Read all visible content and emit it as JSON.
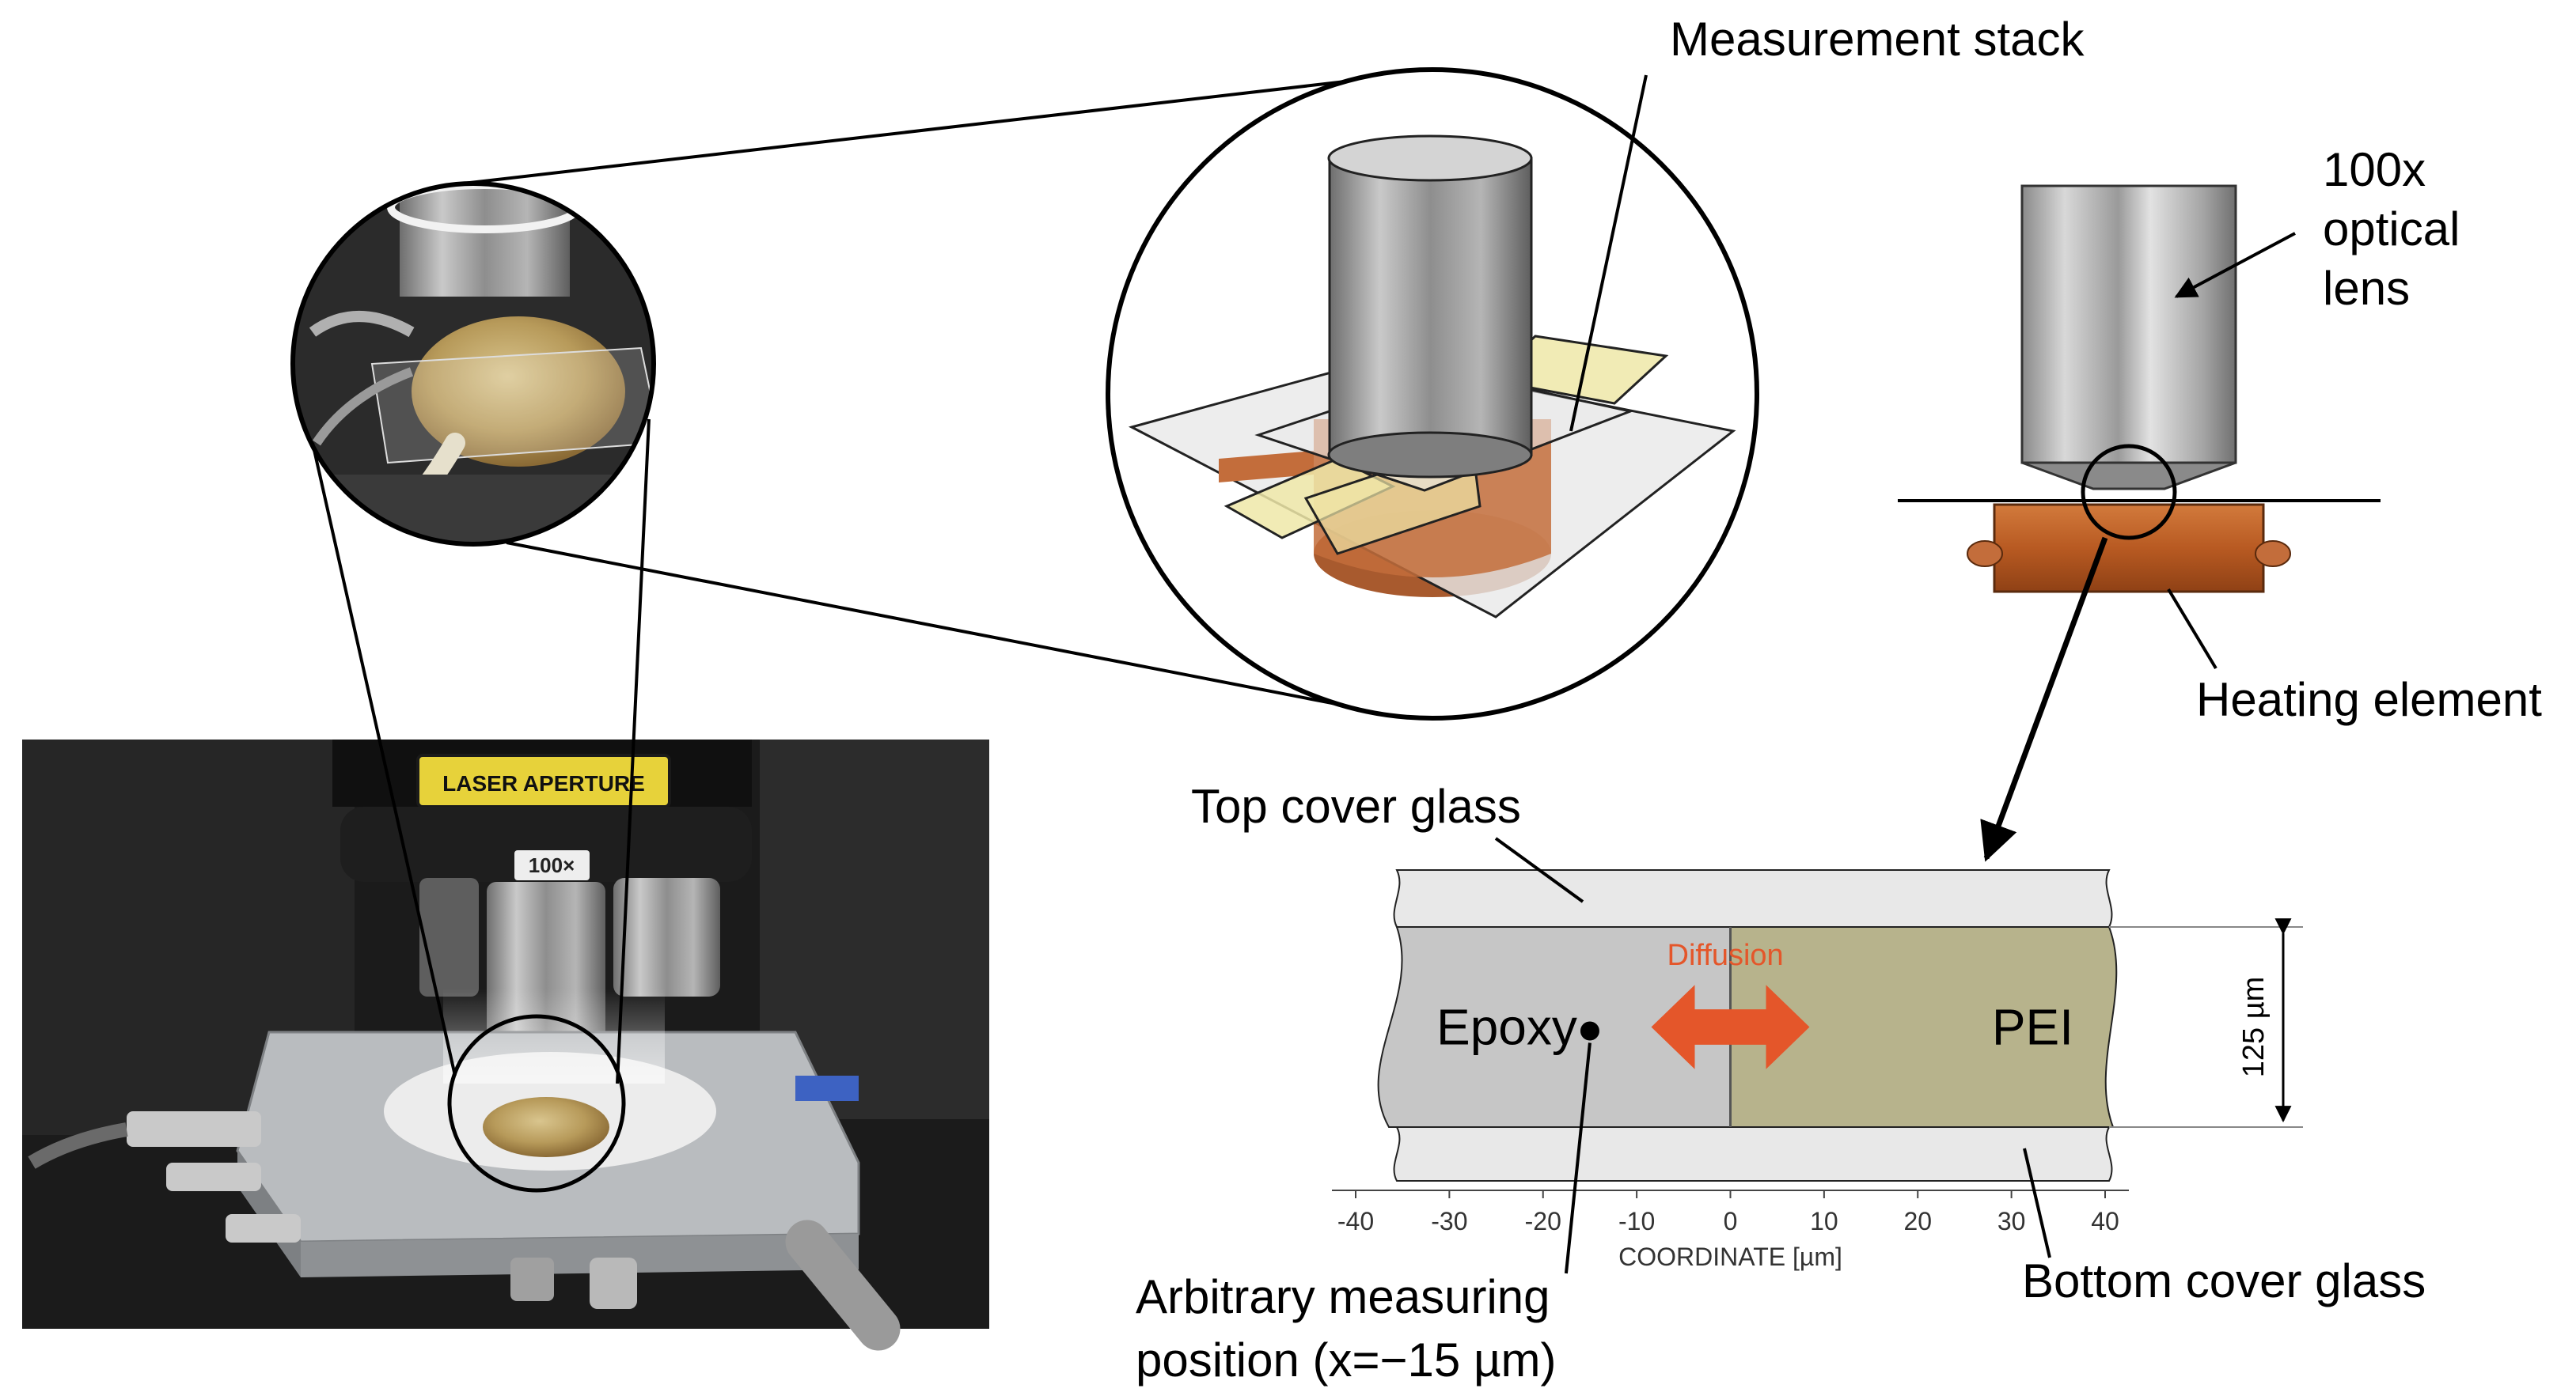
{
  "labels": {
    "measurement_stack": "Measurement stack",
    "lens": [
      "100x",
      "optical",
      "lens"
    ],
    "heating_element": "Heating element",
    "top_cover_glass": "Top cover glass",
    "bottom_cover_glass": "Bottom cover glass",
    "epoxy": "Epoxy",
    "pei": "PEI",
    "diffusion": "Diffusion",
    "thickness": "125 µm",
    "measuring_position": [
      "Arbitrary measuring",
      "position (x=−15 µm)"
    ],
    "photo_laser_aperture": "LASER APERTURE",
    "photo_label_100x": "100×"
  },
  "axis": {
    "xlabel": "COORDINATE [µm]",
    "ticks": [
      "-40",
      "-30",
      "-20",
      "-10",
      "0",
      "10",
      "20",
      "30",
      "40"
    ],
    "tick_values": [
      -40,
      -30,
      -20,
      -10,
      0,
      10,
      20,
      30,
      40
    ],
    "range": [
      -40,
      40
    ],
    "interface_position": 0,
    "measuring_point": -15
  },
  "colors": {
    "epoxy": "#c6c6c6",
    "pei": "#b7b38c",
    "glass": "#e8e8e8",
    "heater": "#b85a22",
    "diffusion_arrow": "#e4562a",
    "lens_metal": "#9a9a9a"
  }
}
